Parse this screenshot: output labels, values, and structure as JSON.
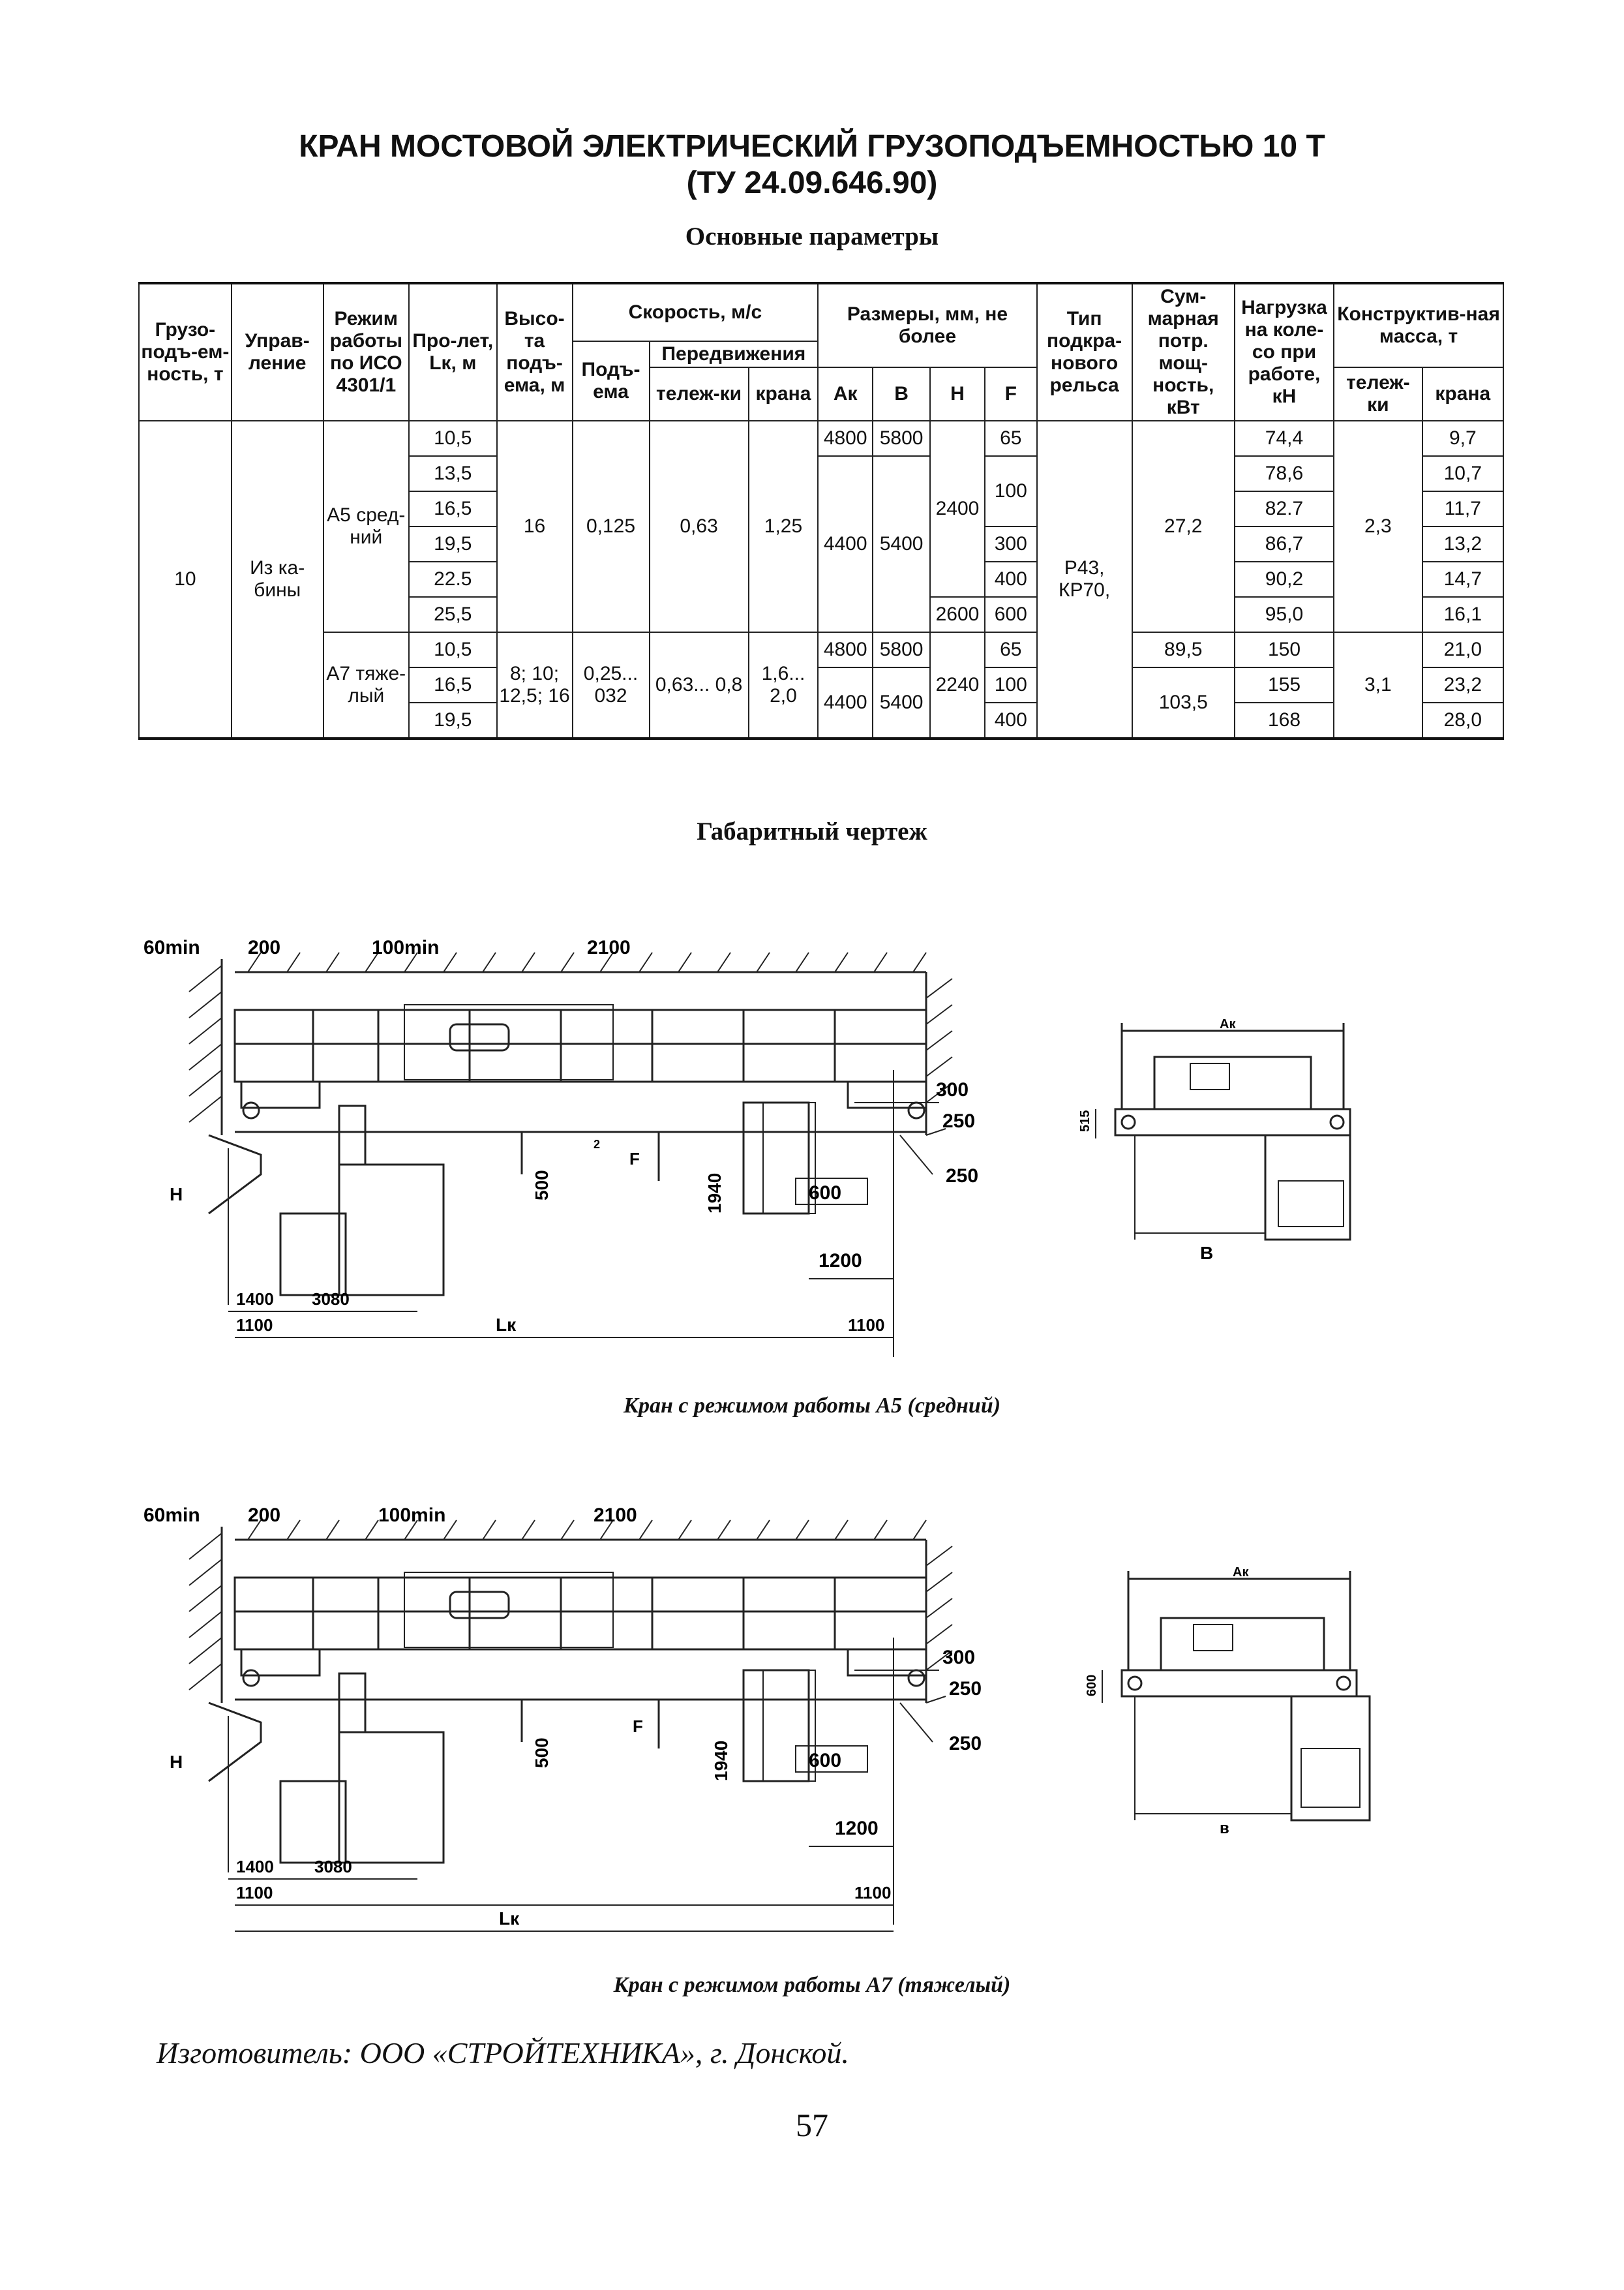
{
  "title_line1": "КРАН МОСТОВОЙ ЭЛЕКТРИЧЕСКИЙ ГРУЗОПОДЪЕМНОСТЬЮ 10 Т",
  "title_line2": "(ТУ 24.09.646.90)",
  "section_params": "Основные параметры",
  "section_drawing": "Габаритный чертеж",
  "table": {
    "headers": {
      "capacity": "Грузо-подъ-ем-ность, т",
      "control": "Управ-ление",
      "mode": "Режим работы по ИСО 4301/1",
      "span": "Про-лет, Lк, м",
      "height": "Высо-та подъ-ема, м",
      "speed": "Скорость, м/с",
      "speed_lift": "Подъ-ема",
      "speed_move": "Передвижения",
      "speed_trolley": "тележ-ки",
      "speed_crane": "крана",
      "dims": "Размеры, мм, не более",
      "dim_a": "Ак",
      "dim_b": "B",
      "dim_h": "H",
      "dim_f": "F",
      "rail": "Тип подкра-нового рельса",
      "power": "Сум-марная потр. мощ-ность, кВт",
      "wheel": "Нагрузка на коле-со при работе, кН",
      "mass": "Конструктив-ная масса, т",
      "mass_trolley": "тележ-ки",
      "mass_crane": "крана"
    },
    "capacity": "10",
    "control": "Из ка-бины",
    "rail": "Р43, КР70,",
    "a5": {
      "mode": "А5 сред-ний",
      "height": "16",
      "speed_lift": "0,125",
      "speed_trolley": "0,63",
      "speed_crane": "1,25",
      "power": "27,2",
      "mass_trolley": "2,3",
      "h_main": "2400",
      "h_last": "2600",
      "a_first": "4800",
      "b_first": "5800",
      "a_rest": "4400",
      "b_rest": "5400",
      "f_top": "65",
      "f_mid": "100",
      "f_300": "300",
      "f_400": "400",
      "f_600": "600",
      "spans": [
        "10,5",
        "13,5",
        "16,5",
        "19,5",
        "22.5",
        "25,5"
      ],
      "wheel": [
        "74,4",
        "78,6",
        "82.7",
        "86,7",
        "90,2",
        "95,0"
      ],
      "mass_crane": [
        "9,7",
        "10,7",
        "11,7",
        "13,2",
        "14,7",
        "16,1"
      ]
    },
    "a7": {
      "mode": "А7 тяже-лый",
      "height": "8; 10; 12,5; 16",
      "speed_lift": "0,25... 032",
      "speed_trolley": "0,63... 0,8",
      "speed_crane": "1,6... 2,0",
      "h": "2240",
      "a_first": "4800",
      "b_first": "5800",
      "a_rest": "4400",
      "b_rest": "5400",
      "f": [
        "65",
        "100",
        "400"
      ],
      "power_first": "89,5",
      "power_rest": "103,5",
      "mass_trolley": "3,1",
      "spans": [
        "10,5",
        "16,5",
        "19,5"
      ],
      "wheel": [
        "150",
        "155",
        "168"
      ],
      "mass_crane": [
        "21,0",
        "23,2",
        "28,0"
      ]
    }
  },
  "drawing_labels": {
    "d60": "60min",
    "d200": "200",
    "d100": "100min",
    "d2100": "2100",
    "d300": "300",
    "d250": "250",
    "d250b": "250",
    "d600": "600",
    "d1200": "1200",
    "d1400": "1400",
    "d3080": "3080",
    "d1100": "1100",
    "d1100b": "1100",
    "lk": "Lк",
    "h": "H",
    "f": "F",
    "d500": "500",
    "d1940": "1940",
    "d2": "2",
    "ak": "Ак",
    "side1": "515",
    "b_label": "В",
    "side2": "600",
    "b_label2": "в"
  },
  "caption_a5": "Кран с режимом работы А5 (средний)",
  "caption_a7": "Кран с режимом работы А7 (тяжелый)",
  "manufacturer": "Изготовитель: ООО «СТРОЙТЕХНИКА», г. Донской.",
  "page_number": "57"
}
